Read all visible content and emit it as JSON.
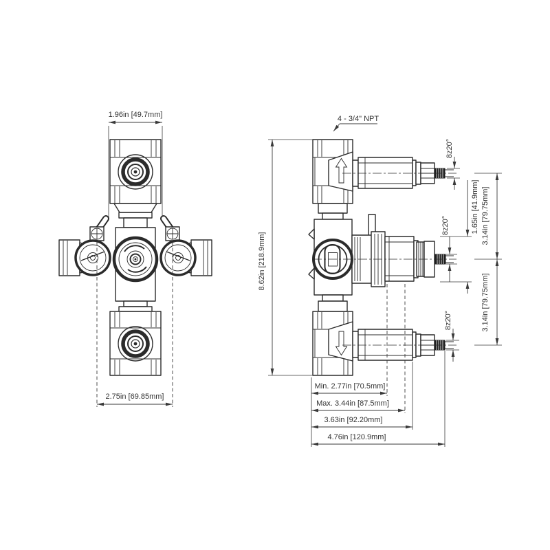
{
  "drawing": {
    "front_view": {
      "top_width": "1.96in [49.7mm]",
      "bottom_width": "2.75in [69.85mm]"
    },
    "side_view": {
      "thread_callout": "4 - 3/4\" NPT",
      "overall_height": "8.62in [218.9mm]",
      "cartridge_height": "1.65in [41.9mm]",
      "port_spacing_upper": "3.14in [79.75mm]",
      "port_spacing_lower": "3.14in [79.75mm]",
      "spline_top": "8z20°",
      "spline_middle": "8z20°",
      "spline_bottom": "8z20°",
      "depth_min": "Min. 2.77in [70.5mm]",
      "depth_max": "Max. 3.44in [87.5mm]",
      "depth_body": "3.63in [92.20mm]",
      "depth_overall": "4.76in [120.9mm]"
    },
    "colors": {
      "line": "#2b2b2b",
      "text": "#323232",
      "background": "#ffffff"
    }
  }
}
